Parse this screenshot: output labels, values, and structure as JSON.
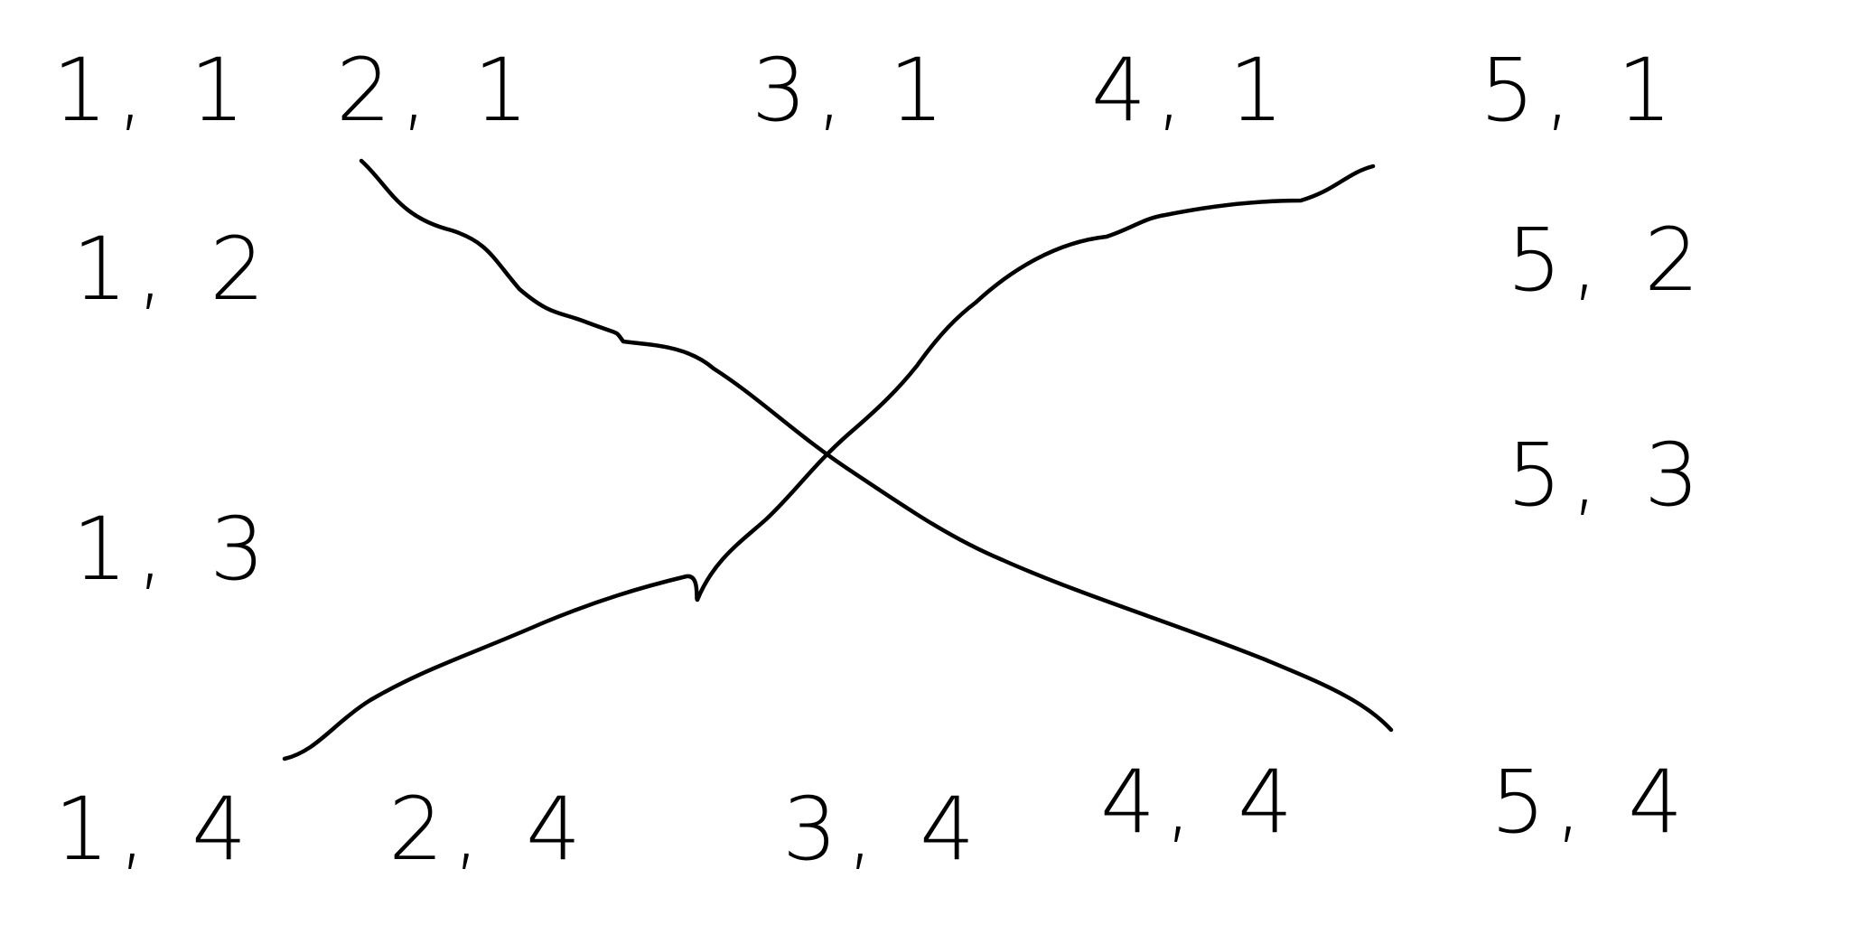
{
  "grid_labels": {
    "r1c1": "1, 1",
    "r1c2": "2, 1",
    "r1c3": "3, 1",
    "r1c4": "4, 1",
    "r1c5": "5, 1",
    "r2c1": "1, 2",
    "r2c5": "5, 2",
    "r3c1": "1, 3",
    "r3c5": "5, 3",
    "r4c1": "1, 4",
    "r4c2": "2, 4",
    "r4c3": "3, 4",
    "r4c4": "4, 4",
    "r4c5": "5, 4"
  },
  "colors": {
    "ink": "#000000",
    "background": "#ffffff"
  }
}
